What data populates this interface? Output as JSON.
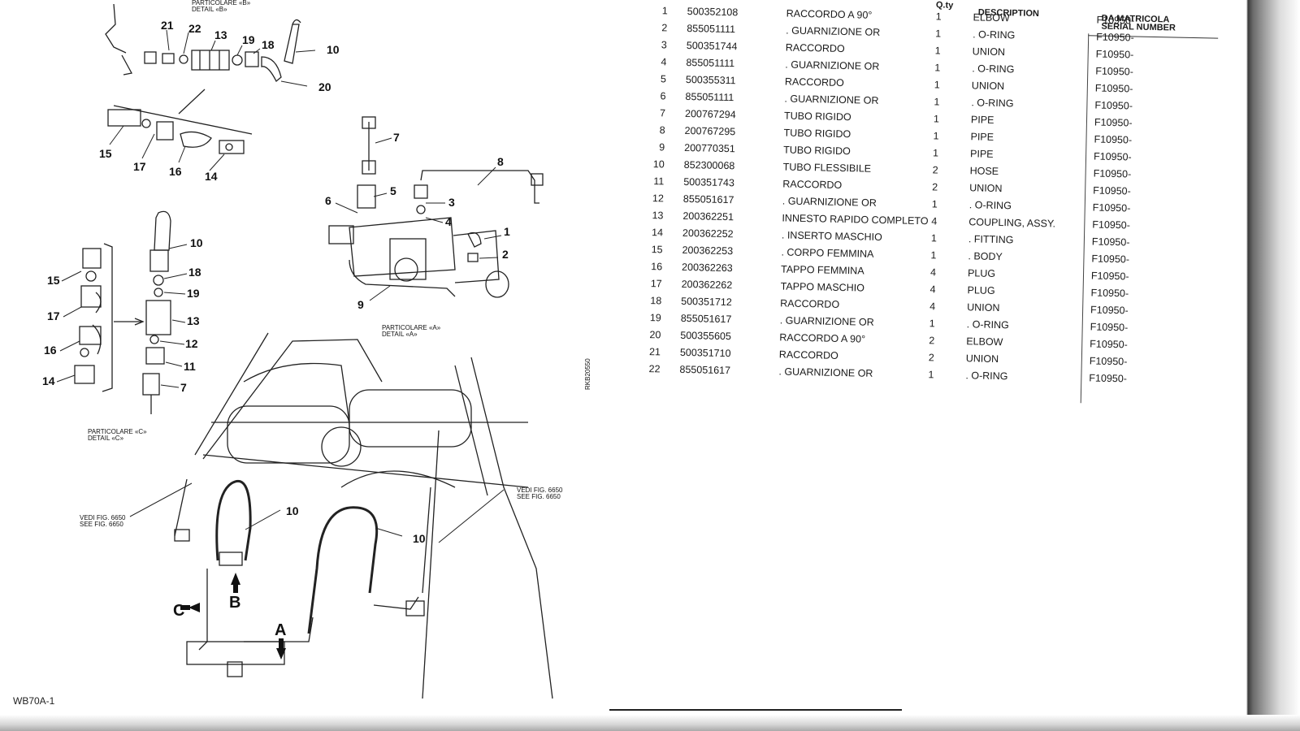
{
  "diagram": {
    "detail_b": {
      "it": "PARTICOLARE «B»",
      "en": "DETAIL «B»"
    },
    "detail_a": {
      "it": "PARTICOLARE «A»",
      "en": "DETAIL «A»"
    },
    "detail_c": {
      "it": "PARTICOLARE «C»",
      "en": "DETAIL «C»"
    },
    "see_left": {
      "it": "VEDI FIG. 6650",
      "en": "SEE FIG. 6650"
    },
    "see_right": {
      "it": "VEDI FIG. 6650",
      "en": "SEE FIG. 6650"
    },
    "drawing_code": "RKB20550",
    "labels": {
      "n21": "21",
      "n22": "22",
      "n13": "13",
      "n19": "19",
      "n18": "18",
      "n10": "10",
      "n20": "20",
      "n15": "15",
      "n17": "17",
      "n16": "16",
      "n14": "14",
      "a7": "7",
      "a8": "8",
      "a5": "5",
      "a6": "6",
      "a3": "3",
      "a4": "4",
      "a1": "1",
      "a2": "2",
      "a9": "9",
      "c10": "10",
      "c18": "18",
      "c19": "19",
      "c13": "13",
      "c12": "12",
      "c11": "11",
      "c7": "7",
      "c15": "15",
      "c17": "17",
      "c16": "16",
      "c14": "14",
      "m10a": "10",
      "m10b": "10",
      "letter_a": "A",
      "letter_b": "B",
      "letter_c": "C"
    }
  },
  "footer_code": "WB70A-1",
  "table": {
    "headers": {
      "qty": "Q.ty",
      "description": "DESCRIPTION",
      "serial_it": "DA MATRICOLA",
      "serial_en": "SERIAL NUMBER"
    },
    "rows": [
      {
        "no": "1",
        "code": "500352108",
        "it": "RACCORDO A 90°",
        "qty": "1",
        "en": "ELBOW",
        "serial": "F10950-"
      },
      {
        "no": "2",
        "code": "855051111",
        "it": ". GUARNIZIONE OR",
        "qty": "1",
        "en": ". O-RING",
        "serial": "F10950-"
      },
      {
        "no": "3",
        "code": "500351744",
        "it": "RACCORDO",
        "qty": "1",
        "en": "UNION",
        "serial": "F10950-"
      },
      {
        "no": "4",
        "code": "855051111",
        "it": ". GUARNIZIONE OR",
        "qty": "1",
        "en": ". O-RING",
        "serial": "F10950-"
      },
      {
        "no": "5",
        "code": "500355311",
        "it": "RACCORDO",
        "qty": "1",
        "en": "UNION",
        "serial": "F10950-"
      },
      {
        "no": "6",
        "code": "855051111",
        "it": ". GUARNIZIONE OR",
        "qty": "1",
        "en": ". O-RING",
        "serial": "F10950-"
      },
      {
        "no": "7",
        "code": "200767294",
        "it": "TUBO RIGIDO",
        "qty": "1",
        "en": "PIPE",
        "serial": "F10950-"
      },
      {
        "no": "8",
        "code": "200767295",
        "it": "TUBO RIGIDO",
        "qty": "1",
        "en": "PIPE",
        "serial": "F10950-"
      },
      {
        "no": "9",
        "code": "200770351",
        "it": "TUBO RIGIDO",
        "qty": "1",
        "en": "PIPE",
        "serial": "F10950-"
      },
      {
        "no": "10",
        "code": "852300068",
        "it": "TUBO FLESSIBILE",
        "qty": "2",
        "en": "HOSE",
        "serial": "F10950-"
      },
      {
        "no": "11",
        "code": "500351743",
        "it": "RACCORDO",
        "qty": "2",
        "en": "UNION",
        "serial": "F10950-"
      },
      {
        "no": "12",
        "code": "855051617",
        "it": ". GUARNIZIONE OR",
        "qty": "1",
        "en": ". O-RING",
        "serial": "F10950-"
      },
      {
        "no": "13",
        "code": "200362251",
        "it": "INNESTO RAPIDO COMPLETO",
        "qty": "4",
        "en": "COUPLING, ASSY.",
        "serial": "F10950-"
      },
      {
        "no": "14",
        "code": "200362252",
        "it": ". INSERTO MASCHIO",
        "qty": "1",
        "en": ". FITTING",
        "serial": "F10950-"
      },
      {
        "no": "15",
        "code": "200362253",
        "it": ". CORPO FEMMINA",
        "qty": "1",
        "en": ". BODY",
        "serial": "F10950-"
      },
      {
        "no": "16",
        "code": "200362263",
        "it": "TAPPO FEMMINA",
        "qty": "4",
        "en": "PLUG",
        "serial": "F10950-"
      },
      {
        "no": "17",
        "code": "200362262",
        "it": "TAPPO MASCHIO",
        "qty": "4",
        "en": "PLUG",
        "serial": "F10950-"
      },
      {
        "no": "18",
        "code": "500351712",
        "it": "RACCORDO",
        "qty": "4",
        "en": "UNION",
        "serial": "F10950-"
      },
      {
        "no": "19",
        "code": "855051617",
        "it": ". GUARNIZIONE OR",
        "qty": "1",
        "en": ". O-RING",
        "serial": "F10950-"
      },
      {
        "no": "20",
        "code": "500355605",
        "it": "RACCORDO A 90°",
        "qty": "2",
        "en": "ELBOW",
        "serial": "F10950-"
      },
      {
        "no": "21",
        "code": "500351710",
        "it": "RACCORDO",
        "qty": "2",
        "en": "UNION",
        "serial": "F10950-"
      },
      {
        "no": "22",
        "code": "855051617",
        "it": ". GUARNIZIONE OR",
        "qty": "1",
        "en": ". O-RING",
        "serial": "F10950-"
      }
    ]
  }
}
